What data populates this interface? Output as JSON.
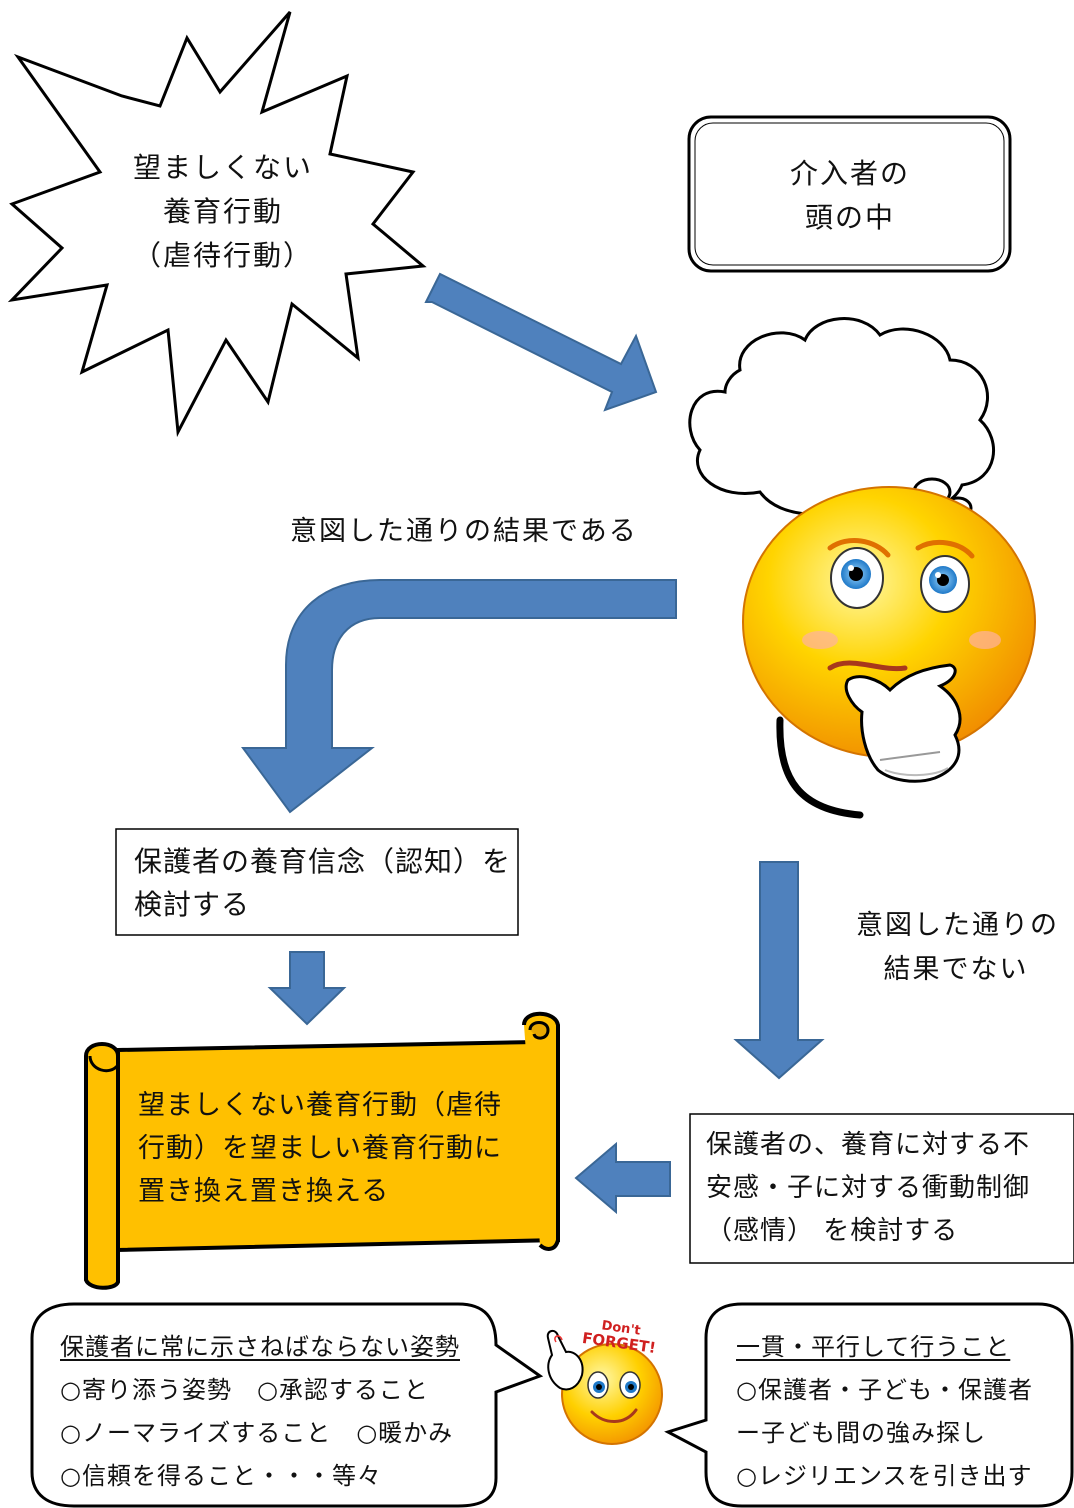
{
  "burst": {
    "lines": [
      "望ましくない",
      "養育行動",
      "（虐待行動）"
    ]
  },
  "head_box": {
    "lines": [
      "介入者の",
      "頭の中"
    ]
  },
  "label_intended": "意図した通りの結果である",
  "label_not_intended": {
    "lines": [
      "意図した通りの",
      "結果でない"
    ]
  },
  "belief_box": {
    "lines": [
      "保護者の養育信念（認知）を",
      "検討する"
    ]
  },
  "scroll": {
    "lines": [
      "望ましくない養育行動（虐待",
      "行動）を望ましい養育行動に",
      "置き換え置き換える"
    ]
  },
  "anxiety_box": {
    "lines": [
      "保護者の、養育に対する不",
      "安感・子に対する衝動制御",
      "（感情） を検討する"
    ]
  },
  "bubble_left": {
    "heading": "保護者に常に示さねばならない姿勢",
    "lines": [
      "○寄り添う姿勢　○承認すること",
      "○ノーマライズすること　○暖かみ",
      "○信頼を得ること・・・等々"
    ]
  },
  "bubble_right": {
    "heading": "一貫・平行して行うこと",
    "lines": [
      "○保護者・子ども・保護者",
      "ー子ども間の強み探し",
      "○レジリエンスを引き出す"
    ]
  },
  "dont_forget": {
    "top": "Don't",
    "bottom": "FORGET!"
  },
  "colors": {
    "arrow": "#4f81bd",
    "arrow_stroke": "#3a6796",
    "scroll": "#ffc000",
    "face": "#ffd200"
  }
}
